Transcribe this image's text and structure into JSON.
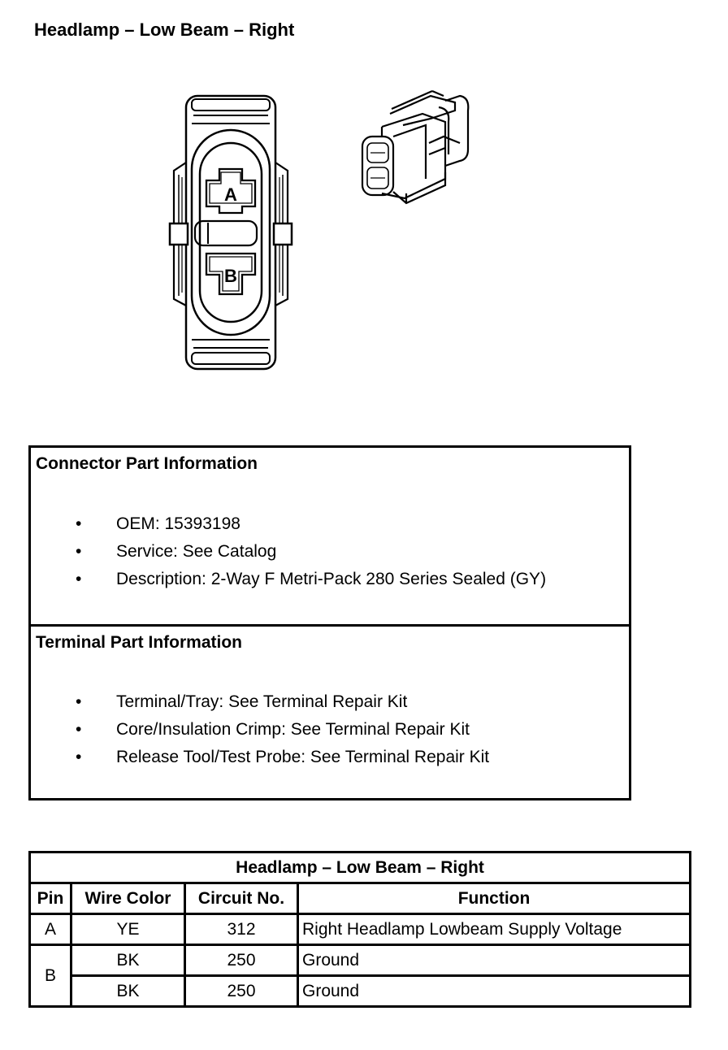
{
  "page_title": "Headlamp – Low Beam – Right",
  "connector_face": {
    "pin_a": "A",
    "pin_b": "B"
  },
  "connector_info": {
    "heading": "Connector Part Information",
    "items": [
      "OEM: 15393198",
      "Service: See Catalog",
      "Description: 2-Way F Metri-Pack 280 Series Sealed (GY)"
    ]
  },
  "terminal_info": {
    "heading": "Terminal Part Information",
    "items": [
      "Terminal/Tray: See Terminal Repair Kit",
      "Core/Insulation Crimp: See Terminal Repair Kit",
      "Release Tool/Test Probe: See Terminal Repair Kit"
    ]
  },
  "bullet_glyph": "•",
  "pin_table": {
    "title": "Headlamp – Low Beam – Right",
    "headers": [
      "Pin",
      "Wire Color",
      "Circuit No.",
      "Function"
    ],
    "rows": [
      {
        "pin": "A",
        "wire_color": "YE",
        "circuit": "312",
        "function": "Right Headlamp Lowbeam Supply Voltage"
      },
      {
        "pin": "B",
        "wire_color": "BK",
        "circuit": "250",
        "function": "Ground"
      },
      {
        "pin": "",
        "wire_color": "BK",
        "circuit": "250",
        "function": "Ground"
      }
    ]
  }
}
